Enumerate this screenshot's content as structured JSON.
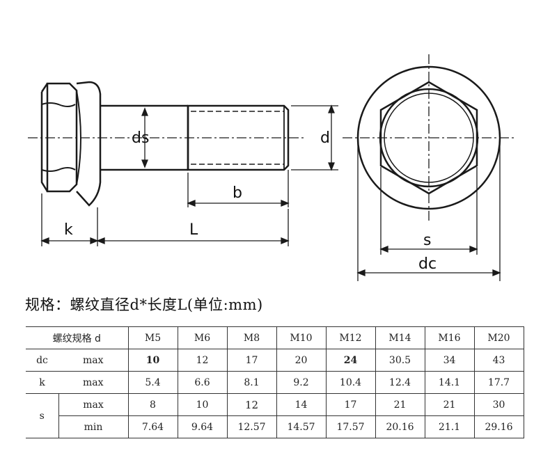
{
  "diagram": {
    "side_view_labels": {
      "ds": "ds",
      "d": "d",
      "b": "b",
      "k": "k",
      "L": "L"
    },
    "end_view_labels": {
      "s": "s",
      "dc": "dc"
    }
  },
  "heading": "规格：螺纹直径d*长度L(单位:mm)",
  "table": {
    "header_label": "螺纹规格 d",
    "sizes": [
      "M5",
      "M6",
      "M8",
      "M10",
      "M12",
      "M14",
      "M16",
      "M20"
    ],
    "rows": {
      "dc": {
        "symbol": "dc",
        "qualifier": "max",
        "values": [
          "10",
          "12",
          "17",
          "20",
          "24",
          "30.5",
          "34",
          "43"
        ]
      },
      "k": {
        "symbol": "k",
        "qualifier": "max",
        "values": [
          "5.4",
          "6.6",
          "8.1",
          "9.2",
          "10.4",
          "12.4",
          "14.1",
          "17.7"
        ]
      },
      "s_max": {
        "symbol": "s",
        "qualifier": "max",
        "values": [
          "8",
          "10",
          "12",
          "14",
          "17",
          "21",
          "21",
          "30"
        ]
      },
      "s_min": {
        "qualifier": "min",
        "values": [
          "7.64",
          "9.64",
          "12.57",
          "14.57",
          "17.57",
          "20.16",
          "21.1",
          "29.16"
        ]
      }
    }
  }
}
